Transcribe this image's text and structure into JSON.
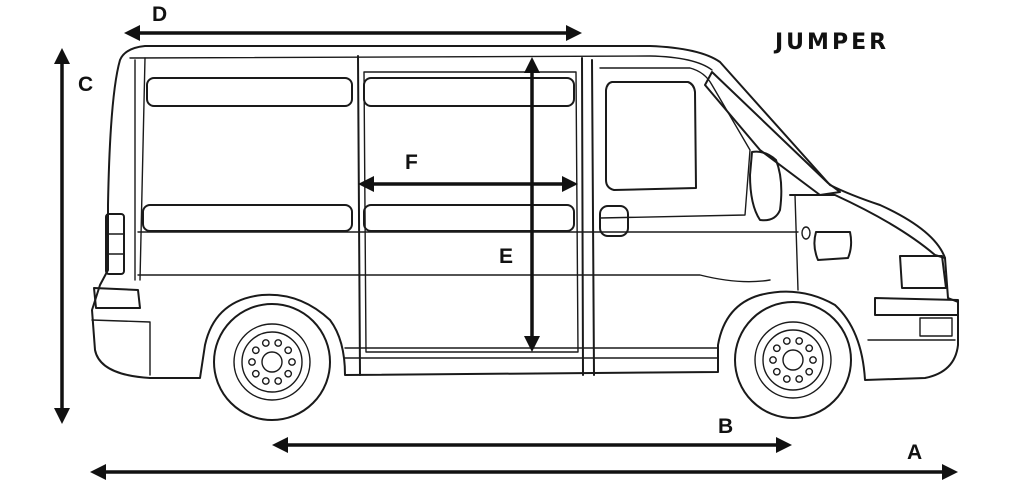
{
  "brand": "JUMPER",
  "dimensions": {
    "A": "A",
    "B": "B",
    "C": "C",
    "D": "D",
    "E": "E",
    "F": "F"
  },
  "colors": {
    "line": "#1a1a1a",
    "background": "#ffffff"
  }
}
